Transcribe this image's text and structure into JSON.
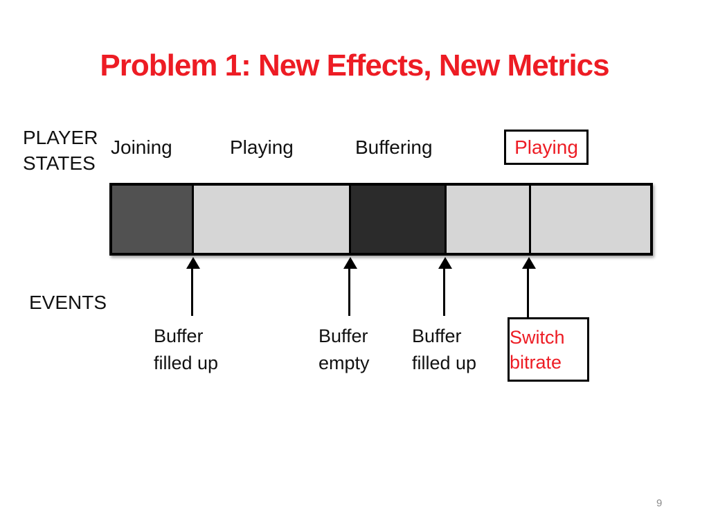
{
  "slide": {
    "title": "Problem 1: New Effects, New Metrics",
    "page_number": "9"
  },
  "colors": {
    "title_red": "#ED1C24",
    "highlight_red": "#ED1C24",
    "segment_dark_gray": "#515151",
    "segment_light_gray": "#D6D6D6",
    "segment_near_black": "#2B2B2B",
    "border_black": "#000000",
    "page_number_gray": "#8A8A8A"
  },
  "player_states": {
    "section_label": "PLAYER STATES",
    "states": [
      {
        "label": "Joining",
        "boxed": false
      },
      {
        "label": "Playing",
        "boxed": false
      },
      {
        "label": "Buffering",
        "boxed": false
      },
      {
        "label": "Playing",
        "boxed": true
      }
    ]
  },
  "timeline": {
    "segments": [
      {
        "state": "Joining",
        "color": "#515151"
      },
      {
        "state": "Playing",
        "color": "#D6D6D6"
      },
      {
        "state": "Buffering",
        "color": "#2B2B2B"
      },
      {
        "state": "Playing",
        "color": "#D6D6D6"
      },
      {
        "state": "Playing",
        "color": "#D6D6D6"
      }
    ]
  },
  "events": {
    "section_label": "EVENTS",
    "items": [
      {
        "label": "Buffer filled up",
        "boxed": false
      },
      {
        "label": "Buffer empty",
        "boxed": false
      },
      {
        "label": "Buffer filled up",
        "boxed": false
      },
      {
        "label": "Switch bitrate",
        "boxed": true
      }
    ]
  }
}
